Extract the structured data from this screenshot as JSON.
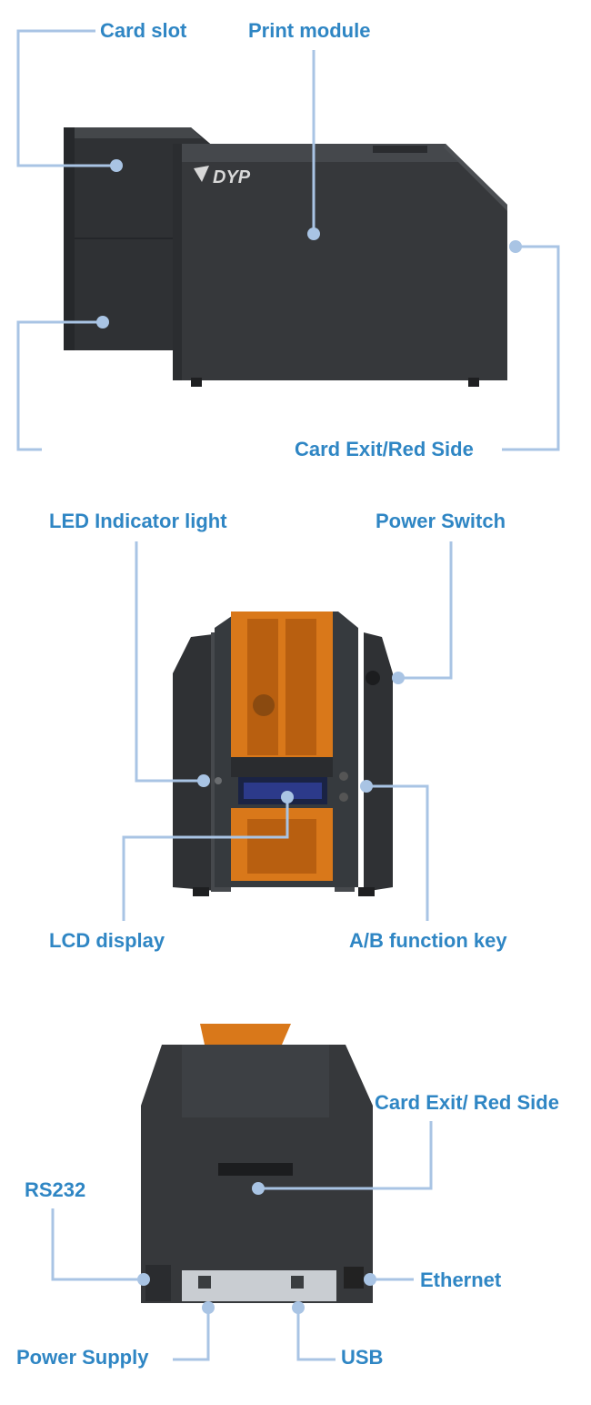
{
  "logo_text": "DYP",
  "panel_side": {
    "card_slot": "Card slot",
    "print_module": "Print module",
    "card_exit": "Card Exit/Red Side"
  },
  "panel_front": {
    "led": "LED Indicator light",
    "power_switch": "Power Switch",
    "lcd": "LCD display",
    "ab_key": "A/B function key"
  },
  "panel_back": {
    "card_exit": "Card Exit/ Red Side",
    "rs232": "RS232",
    "ethernet": "Ethernet",
    "power_supply": "Power Supply",
    "usb": "USB"
  },
  "colors": {
    "label": "#2f86c4",
    "leader": "#a9c4e4",
    "body": "#36383b",
    "cover": "#e07f18"
  }
}
